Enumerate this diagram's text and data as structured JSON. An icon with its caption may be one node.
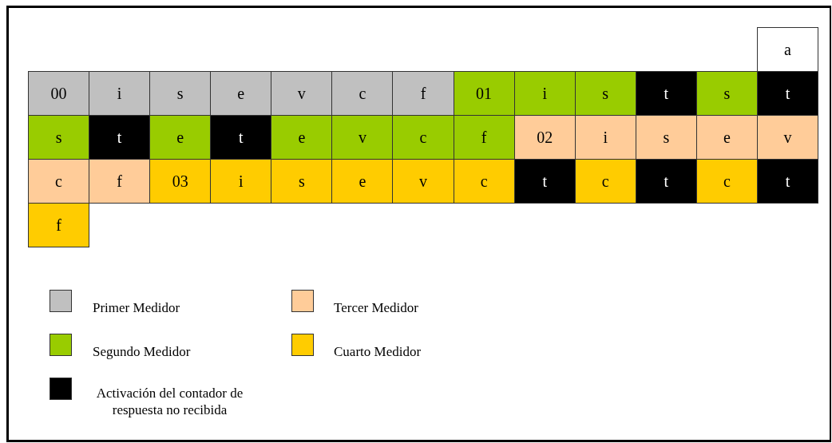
{
  "diagram": {
    "nodes": [
      {
        "text": [
          "a"
        ]
      },
      {
        "text": [
          "00"
        ]
      },
      {
        "text": [
          "i"
        ]
      },
      {
        "text": [
          "s"
        ]
      },
      {
        "text": [
          "e"
        ]
      },
      {
        "text": [
          "v"
        ]
      },
      {
        "text": [
          "c"
        ]
      },
      {
        "text": [
          "f"
        ]
      },
      {
        "text": [
          "01"
        ]
      },
      {
        "text": [
          "i"
        ]
      },
      {
        "text": [
          "s"
        ]
      },
      {
        "text": [
          "t"
        ]
      },
      {
        "text": [
          "s"
        ]
      },
      {
        "text": [
          "t"
        ]
      },
      {
        "text": [
          "s"
        ]
      },
      {
        "text": [
          "t"
        ]
      },
      {
        "text": [
          "e"
        ]
      },
      {
        "text": [
          "t"
        ]
      },
      {
        "text": [
          "e"
        ]
      },
      {
        "text": [
          "v"
        ]
      },
      {
        "text": [
          "c"
        ]
      },
      {
        "text": [
          "f"
        ]
      },
      {
        "text": [
          "02"
        ]
      },
      {
        "text": [
          "i"
        ]
      },
      {
        "text": [
          "s"
        ]
      },
      {
        "text": [
          "e"
        ]
      },
      {
        "text": [
          "v"
        ]
      },
      {
        "text": [
          "c"
        ]
      },
      {
        "text": [
          "f"
        ]
      },
      {
        "text": [
          "03"
        ]
      },
      {
        "text": [
          "i"
        ]
      },
      {
        "text": [
          "s"
        ]
      },
      {
        "text": [
          "e"
        ]
      },
      {
        "text": [
          "v"
        ]
      },
      {
        "text": [
          "c"
        ]
      },
      {
        "text": [
          "t"
        ]
      },
      {
        "text": [
          "c"
        ]
      },
      {
        "text": [
          "t"
        ]
      },
      {
        "text": [
          "c"
        ]
      },
      {
        "text": [
          "t"
        ]
      },
      {
        "text": [
          "f"
        ]
      }
    ],
    "legend": [
      {
        "text": "Primer Medidor",
        "color": "#c0c0c0"
      },
      {
        "text": "Tercer Medidor",
        "color": "#ffcc99"
      },
      {
        "text": "Segundo Medidor",
        "color": "#99cc00"
      },
      {
        "text": "Cuarto Medidor",
        "color": "#ffcc00"
      },
      {
        "text": "Activación del contador de respuesta no recibida",
        "color": "#000000"
      }
    ]
  }
}
